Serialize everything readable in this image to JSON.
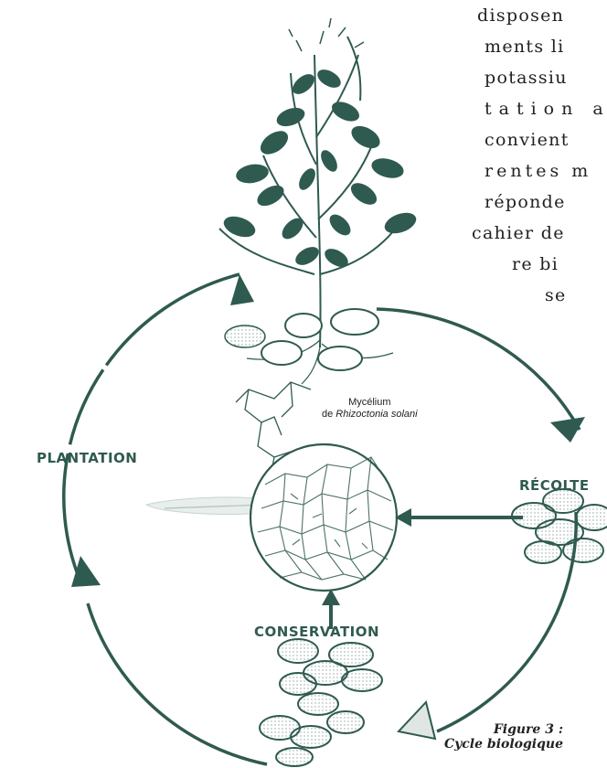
{
  "body_text_lines": [
    "disposen",
    "ments li",
    "potassiu",
    "tation a",
    "convient",
    "rentes m",
    "réponde",
    "cahier de",
    "re bi",
    "se"
  ],
  "diagram": {
    "stages": {
      "plantation": "PLANTATION",
      "recolte": "RÉCOLTE",
      "conservation": "CONSERVATION"
    },
    "mycelium_label": {
      "prefix": "Mycélium",
      "de": "de ",
      "species": "Rhizoctonia solani"
    },
    "colors": {
      "ink": "#2f5a50",
      "ink_light": "#5c7d74",
      "paper": "#ffffff"
    }
  },
  "caption": {
    "figure": "Figure 3 :",
    "title": "Cycle biologique"
  }
}
